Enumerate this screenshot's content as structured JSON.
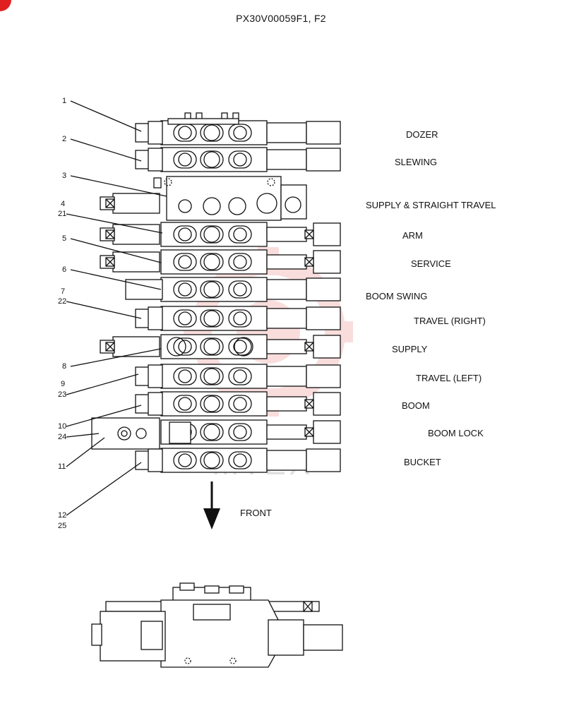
{
  "title": "PX30V00059F1, F2",
  "sections": [
    "DOZER",
    "SLEWING",
    "SUPPLY & STRAIGHT TRAVEL",
    "ARM",
    "SERVICE",
    "BOOM SWING",
    "TRAVEL (RIGHT)",
    "SUPPLY",
    "TRAVEL (LEFT)",
    "BOOM",
    "BOOM LOCK",
    "BUCKET"
  ],
  "callouts": [
    "1",
    "2",
    "3",
    "4",
    "21",
    "5",
    "6",
    "7",
    "22",
    "8",
    "9",
    "23",
    "10",
    "24",
    "11",
    "12",
    "25"
  ],
  "front_label": "FRONT",
  "watermark": {
    "text": "MTEX",
    "color": "#e06060"
  }
}
